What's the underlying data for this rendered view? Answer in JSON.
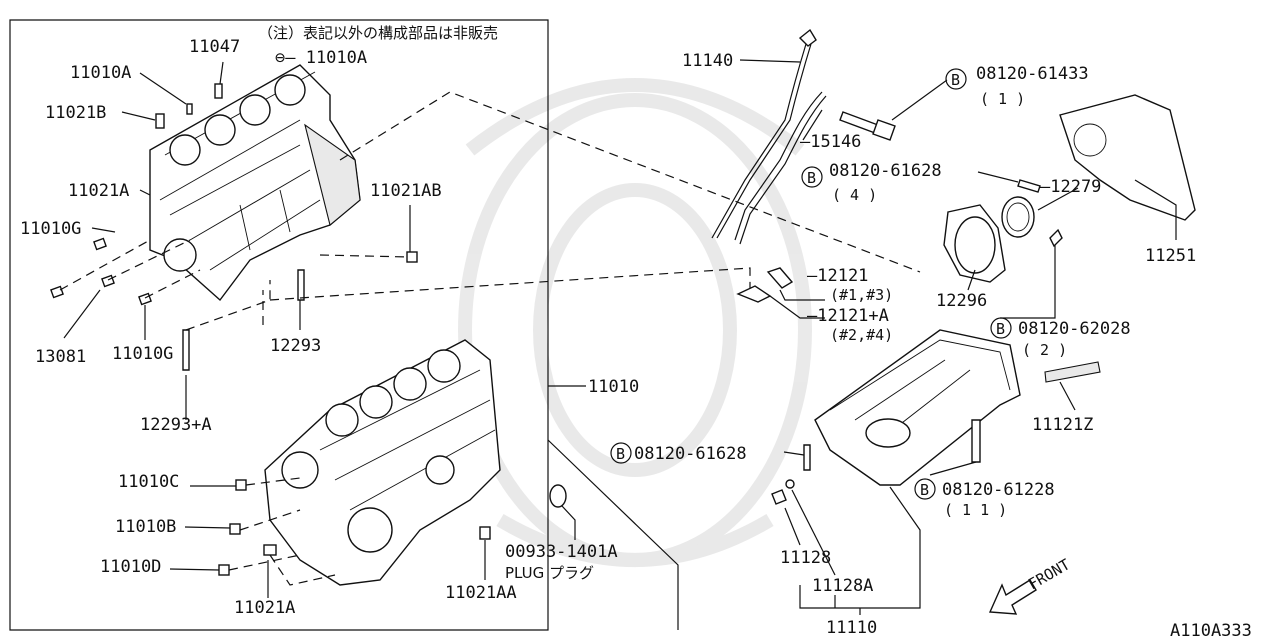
{
  "diagram": {
    "figure_code": "A110A333",
    "note": "（注）表記以外の構成部品は非販売",
    "front_label": "FRONT",
    "bolt_symbol": "B",
    "labels": {
      "p11047": "11047",
      "p11010A_1": "11010A",
      "p11010A_2": "⊖— 11010A",
      "p11021B": "11021B",
      "p11021A_1": "11021A",
      "p11010G_1": "11010G",
      "p13081": "13081",
      "p11010G_2": "11010G",
      "p12293A": "12293+A",
      "p12293": "12293",
      "p11021AB": "11021AB",
      "p11010": "11010",
      "p11010C": "11010C",
      "p11010B": "11010B",
      "p11010D": "11010D",
      "p11021A_2": "11021A",
      "p00933": "00933-1401A",
      "p00933_sub": "PLUG プラグ",
      "p11021AA": "11021AA",
      "p11140": "11140",
      "p15146": "—15146",
      "p08120_61433": "08120-61433",
      "p08120_61433_q": "( 1 )",
      "p08120_61628a": "08120-61628",
      "p08120_61628a_q": "( 4 )",
      "p12279": "—12279",
      "p11251": "11251",
      "p12121": "—12121",
      "p12121_sub": "(#1,#3)",
      "p12121A": "—12121+A",
      "p12121A_sub": "(#2,#4)",
      "p12296": "12296",
      "p08120_62028": "08120-62028",
      "p08120_62028_q": "( 2 )",
      "p11121Z": "11121Z",
      "p08120_61628b": "08120-61628",
      "p08120_61228": "08120-61228",
      "p08120_61228_q": "( 1 1 )",
      "p11128": "11128",
      "p11128A": "11128A",
      "p11110": "11110"
    }
  }
}
